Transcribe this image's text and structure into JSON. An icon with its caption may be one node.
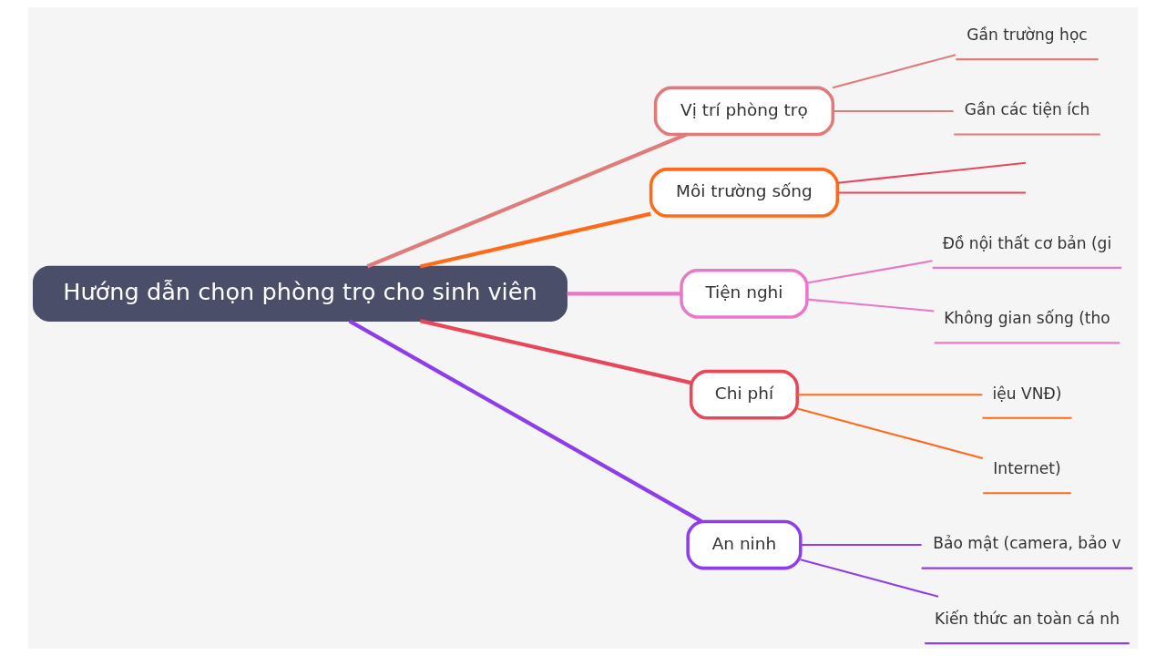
{
  "diagram": {
    "nodes": [
      {
        "text": [
          "Hướng dẫn chọn phòng trọ cho sinh viên"
        ]
      },
      {
        "text": [
          "Vị trí phòng trọ"
        ]
      },
      {
        "text": [
          "Gần trường học"
        ]
      },
      {
        "text": [
          "Gần các tiện ích"
        ]
      },
      {
        "text": [
          "Môi trường sống"
        ]
      },
      {
        "text": [
          "Tiện nghi"
        ]
      },
      {
        "text": [
          "Đồ nội thất cơ bản (gi"
        ]
      },
      {
        "text": [
          "Không gian sống (tho"
        ]
      },
      {
        "text": [
          "Chi phí"
        ]
      },
      {
        "text": [
          "iệu VNĐ)"
        ]
      },
      {
        "text": [
          "Internet)"
        ]
      },
      {
        "text": [
          "An ninh"
        ]
      },
      {
        "text": [
          "Bảo mật (camera, bảo v"
        ]
      },
      {
        "text": [
          "Kiến thức an toàn cá nh"
        ]
      }
    ],
    "edges": [
      {
        "from": 0,
        "to": 1,
        "arrow": "none",
        "style": "thick",
        "color": "#e07b7b"
      },
      {
        "from": 1,
        "to": 2,
        "arrow": "none",
        "color": "#e07b7b"
      },
      {
        "from": 1,
        "to": 3,
        "arrow": "none",
        "color": "#e07b7b"
      },
      {
        "from": 0,
        "to": 4,
        "arrow": "none",
        "style": "thick",
        "color": "#ff6a1a"
      },
      {
        "from": 4,
        "to": null,
        "arrow": "none",
        "color": "#e8475a"
      },
      {
        "from": 4,
        "to": null,
        "arrow": "none",
        "color": "#e8475a"
      },
      {
        "from": 0,
        "to": 5,
        "arrow": "none",
        "style": "thick",
        "color": "#e879c9"
      },
      {
        "from": 5,
        "to": 6,
        "arrow": "none",
        "color": "#e879c9"
      },
      {
        "from": 5,
        "to": 7,
        "arrow": "none",
        "color": "#e879c9"
      },
      {
        "from": 0,
        "to": 8,
        "arrow": "none",
        "style": "thick",
        "color": "#e8475a"
      },
      {
        "from": 8,
        "to": 9,
        "arrow": "none",
        "color": "#ff6a1a"
      },
      {
        "from": 8,
        "to": 10,
        "arrow": "none",
        "color": "#ff6a1a"
      },
      {
        "from": 0,
        "to": 11,
        "arrow": "none",
        "style": "thick",
        "color": "#8e3ee8"
      },
      {
        "from": 11,
        "to": 12,
        "arrow": "none",
        "color": "#8e3ee8"
      },
      {
        "from": 11,
        "to": 13,
        "arrow": "none",
        "color": "#8e3ee8"
      }
    ]
  }
}
